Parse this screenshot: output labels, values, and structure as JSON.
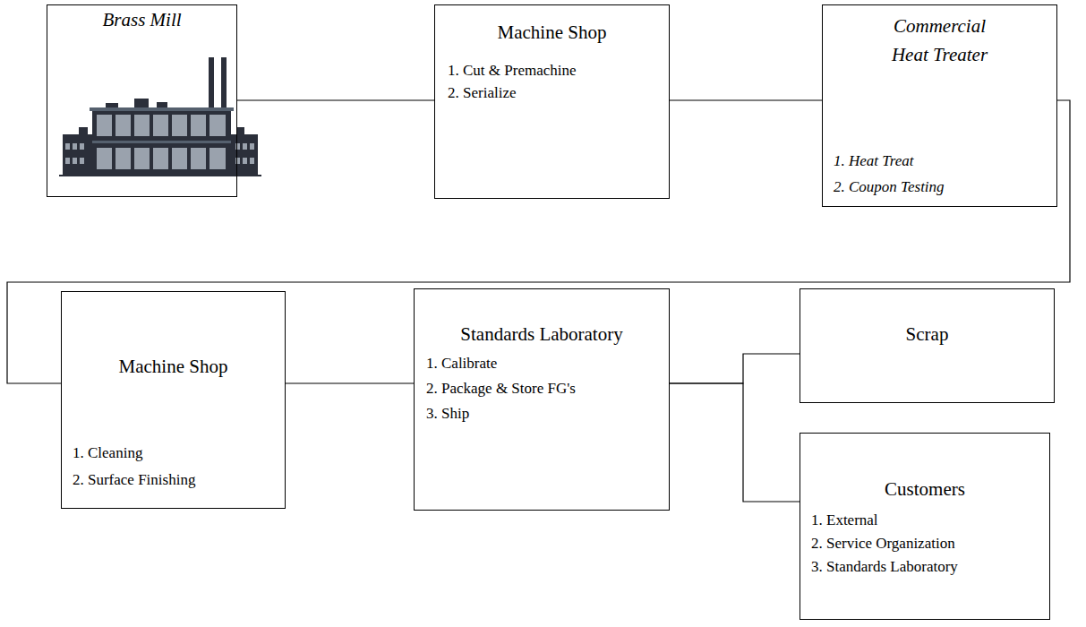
{
  "diagram": {
    "nodes": [
      {
        "text": [
          "Brass Mill"
        ]
      },
      {
        "text": [
          "Machine Shop",
          "1. Cut & Premachine",
          "2. Serialize"
        ]
      },
      {
        "text": [
          "Commercial Heat Treater",
          "1. Heat Treat",
          "2. Coupon Testing"
        ]
      },
      {
        "text": [
          "Machine Shop",
          "1. Cleaning",
          "2. Surface Finishing"
        ]
      },
      {
        "text": [
          "Standards Laboratory",
          "1. Calibrate",
          "2. Package & Store FG's",
          "3. Ship"
        ]
      },
      {
        "text": [
          "Scrap"
        ]
      },
      {
        "text": [
          "Customers",
          "1. External",
          "2. Service Organization",
          "3. Standards Laboratory"
        ]
      }
    ],
    "edges": [
      {
        "from": 0,
        "to": 1,
        "arrow": "none"
      },
      {
        "from": 1,
        "to": 2,
        "arrow": "none"
      },
      {
        "from": 2,
        "to": 3,
        "arrow": "none"
      },
      {
        "from": 3,
        "to": 4,
        "arrow": "none"
      },
      {
        "from": 4,
        "to": 5,
        "arrow": "none"
      },
      {
        "from": 4,
        "to": 6,
        "arrow": "none"
      }
    ]
  }
}
